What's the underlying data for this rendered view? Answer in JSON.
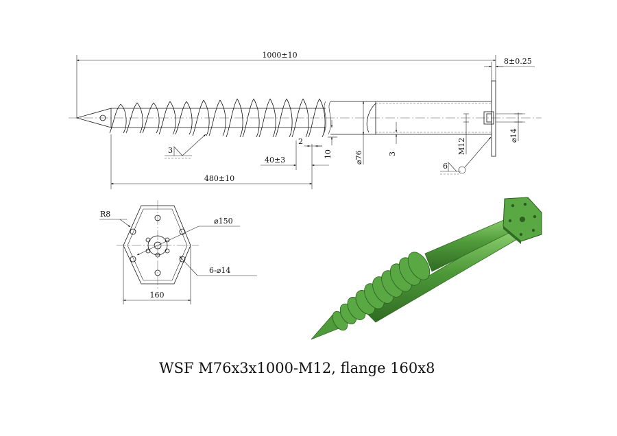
{
  "drawing": {
    "caption": "WSF M76x3x1000-M12, flange 160x8",
    "dims": {
      "overall_length": "1000±10",
      "flange_thickness": "8±0.25",
      "helix_length": "480±10",
      "tip_offset": "40±3",
      "blade_thickness": "2",
      "blade_gap": "10",
      "tube_diameter": "⌀76",
      "wall_thickness": "3",
      "thread": "M12",
      "bore": "⌀14",
      "weld_tip": "3",
      "weld_flange": "6",
      "corner_radius": "R8",
      "bolt_circle": "⌀150",
      "holes": "6-⌀14",
      "flange_width": "160"
    }
  },
  "colors": {
    "line": "#111111",
    "pile_green": "#4f9a3a",
    "pile_dark": "#2f6b22",
    "pile_light": "#8fd070"
  }
}
